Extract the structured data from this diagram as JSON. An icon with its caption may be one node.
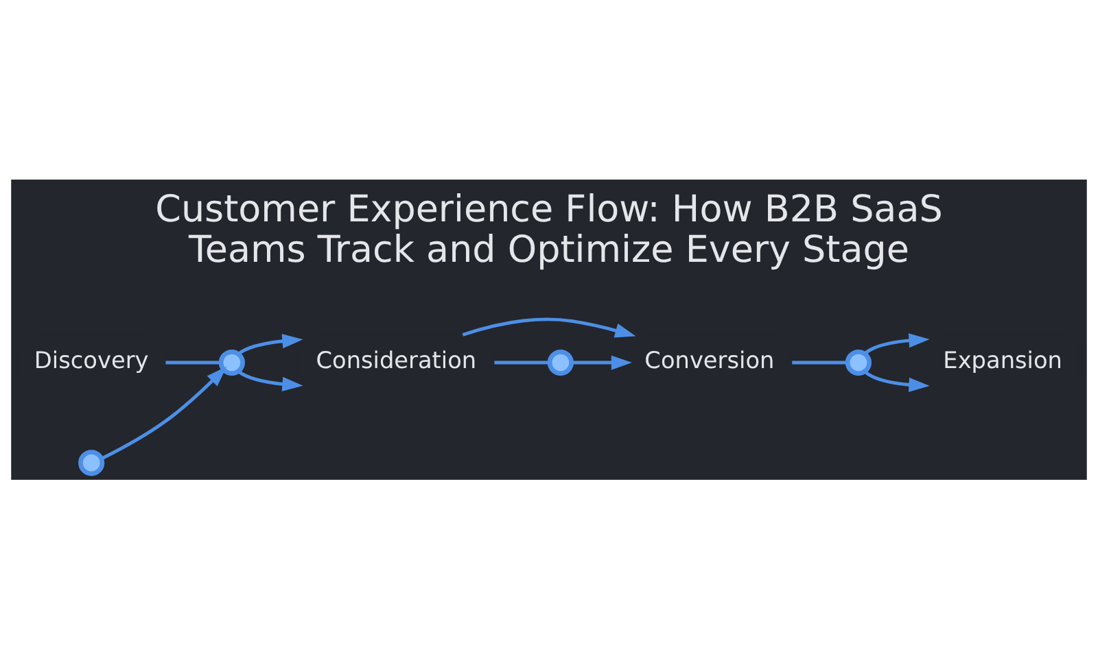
{
  "diagram": {
    "title": "Customer Experience Flow: How B2B SaaS Teams Track and Optimize Every Stage",
    "nodes": [
      {
        "text": [
          "Discovery"
        ]
      },
      {
        "text": [
          "Consideration"
        ]
      },
      {
        "text": [
          "Conversion"
        ]
      },
      {
        "text": [
          "Expansion"
        ]
      },
      {
        "text": [],
        "shape": "circle"
      },
      {
        "text": [],
        "shape": "circle"
      },
      {
        "text": [],
        "shape": "circle"
      },
      {
        "text": [],
        "shape": "circle"
      }
    ],
    "edges": [
      {
        "from": 0,
        "to": 4,
        "arrow": "none"
      },
      {
        "from": 4,
        "to": 1,
        "arrow": "to"
      },
      {
        "from": 5,
        "to": 4,
        "arrow": "to"
      },
      {
        "from": 4,
        "to": 1,
        "arrow": "to"
      },
      {
        "from": 1,
        "to": 6,
        "arrow": "none"
      },
      {
        "from": 6,
        "to": 2,
        "arrow": "to"
      },
      {
        "from": 1,
        "to": 2,
        "arrow": "to"
      },
      {
        "from": 2,
        "to": 7,
        "arrow": "none"
      },
      {
        "from": 7,
        "to": 3,
        "arrow": "to"
      },
      {
        "from": 7,
        "to": 3,
        "arrow": "to"
      }
    ]
  }
}
